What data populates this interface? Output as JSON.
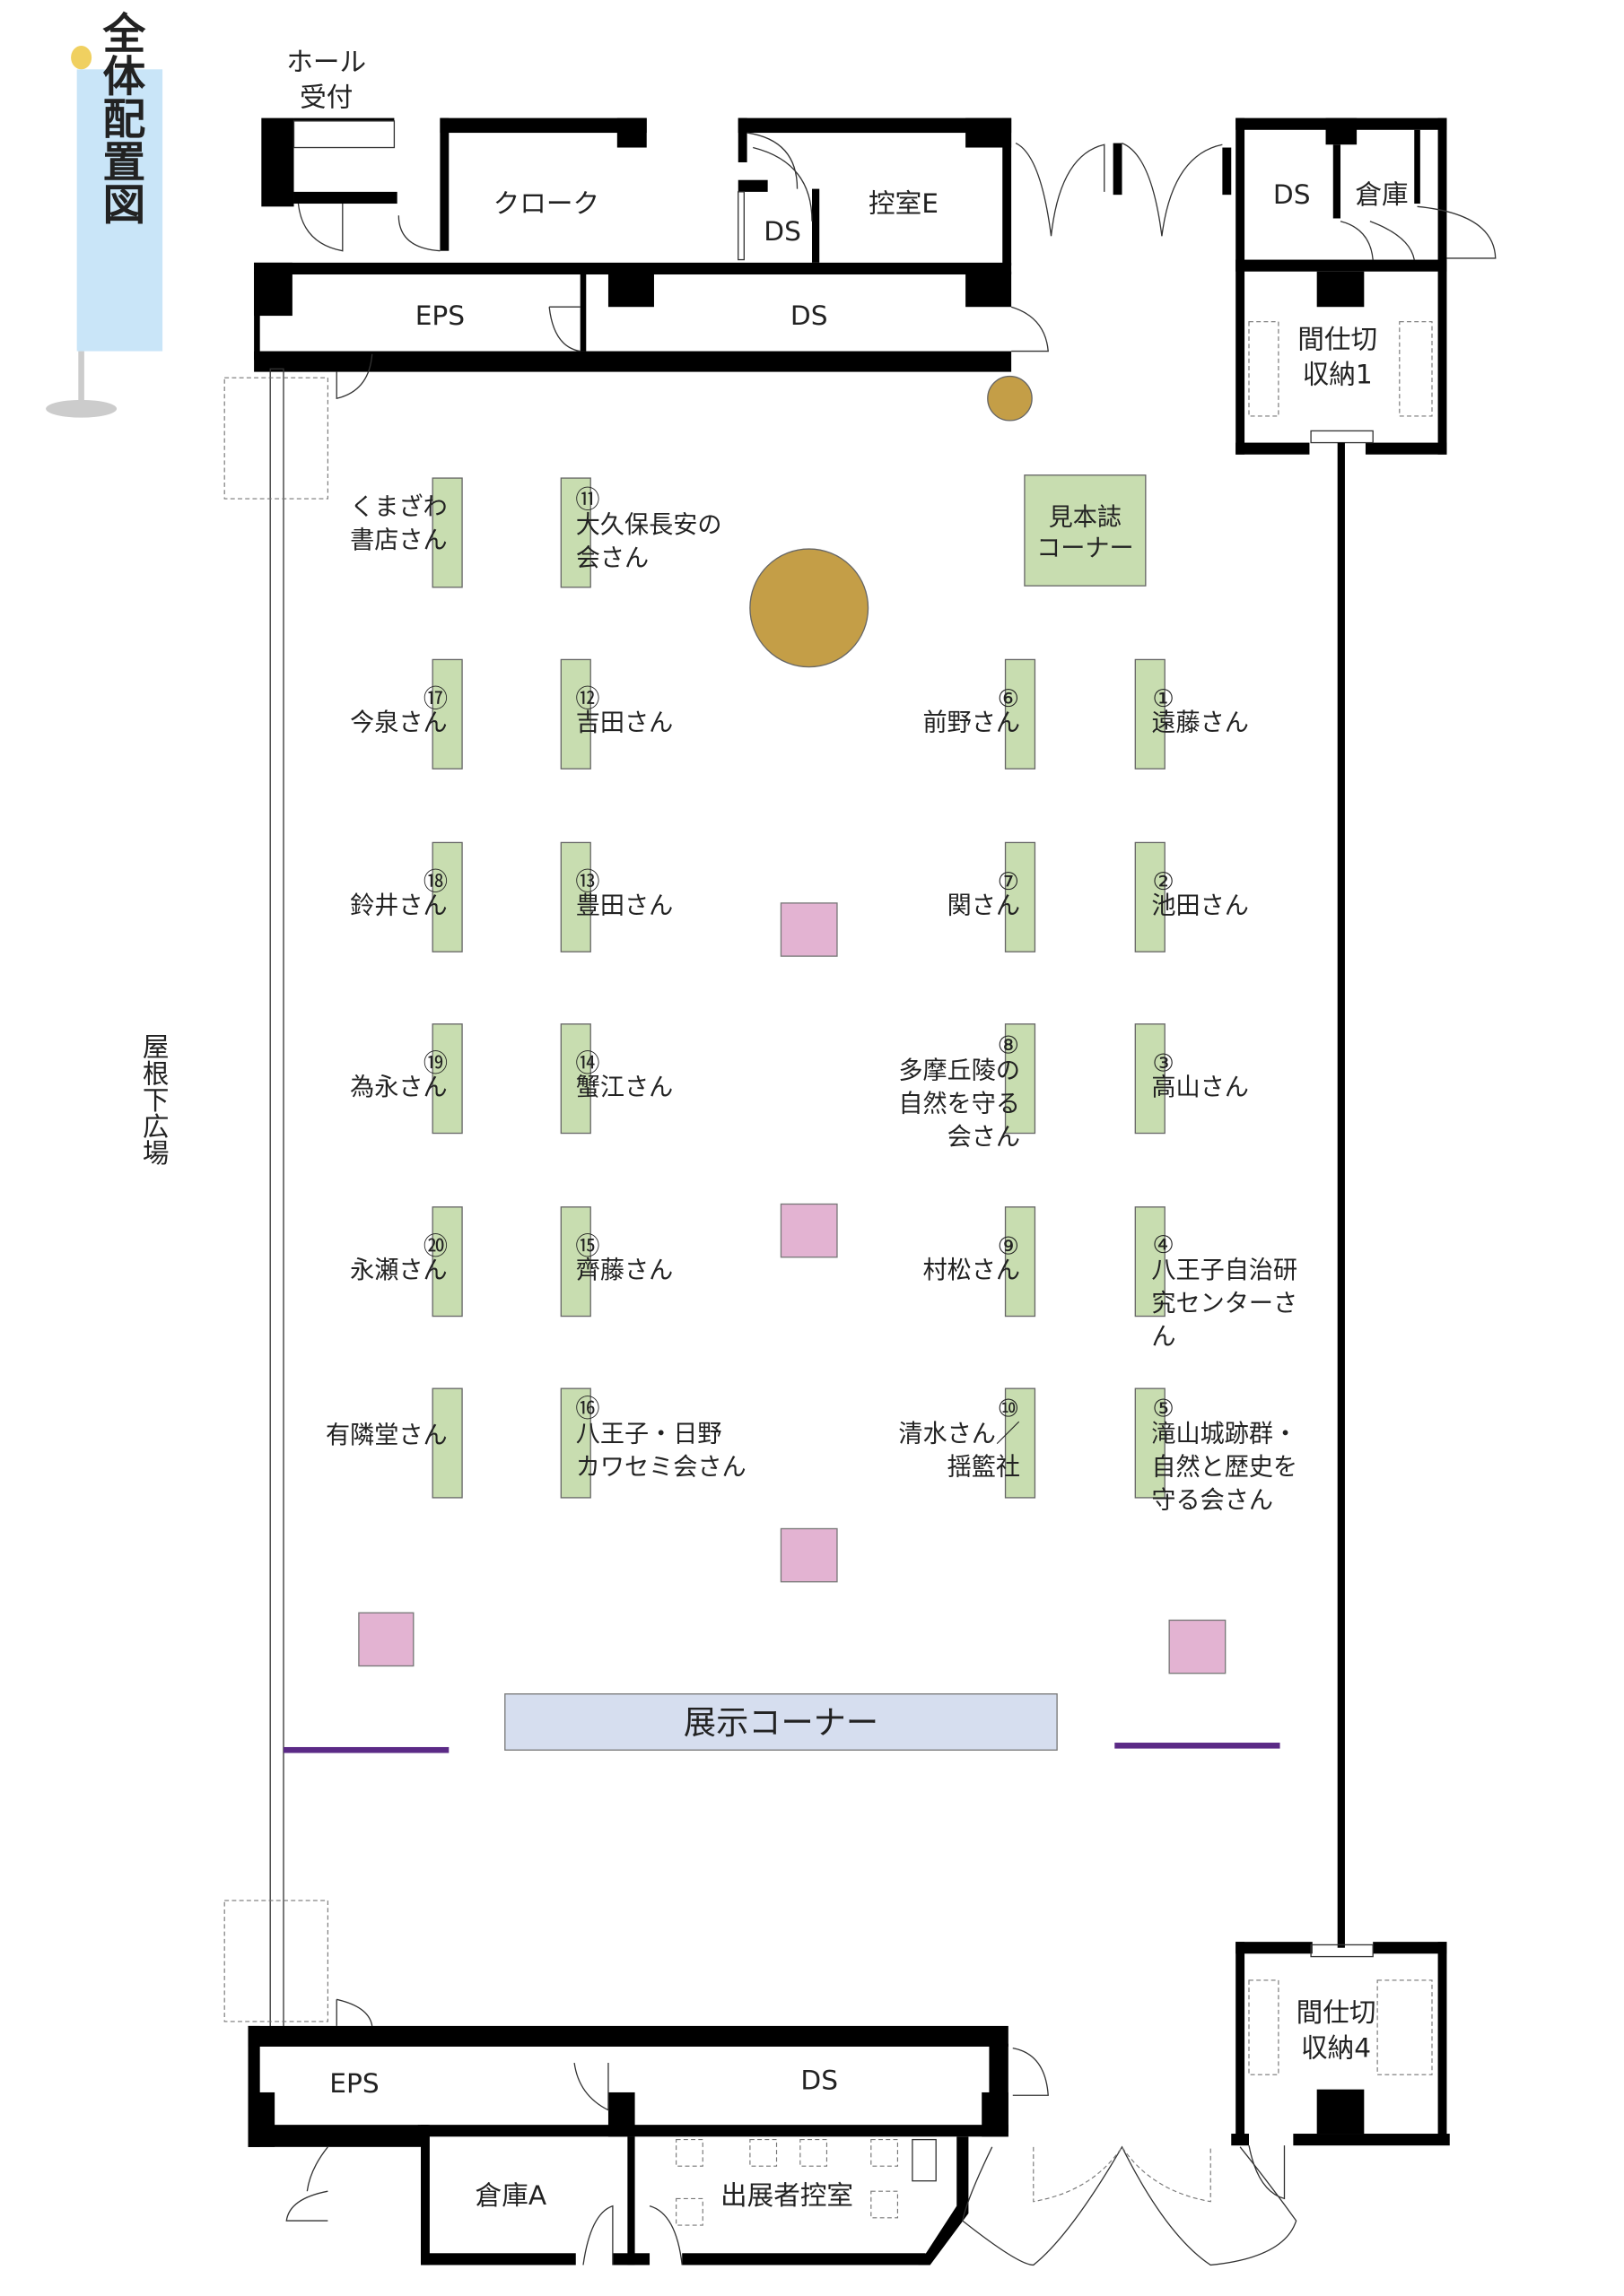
{
  "title": "全体配置図",
  "colors": {
    "booth": "#c8ddb0",
    "pink": "#e3b3d2",
    "exhibit": "#d6deef",
    "exhibit_text": "#2a6fc0",
    "purple": "#5b2a86",
    "column": "#c49e47",
    "banner": "#c9e5f8",
    "pole_dot": "#f0d060"
  },
  "rooms": {
    "hall_reception": [
      "ホール",
      "受付"
    ],
    "cloak": "クローク",
    "ds_small": "DS",
    "waiting_e": "控室E",
    "eps_top": "EPS",
    "ds_top": "DS",
    "ds_right": "DS",
    "storage": "倉庫",
    "partition1": [
      "間仕切",
      "収納1"
    ],
    "partition4": [
      "間仕切",
      "収納4"
    ],
    "eps_bottom": "EPS",
    "ds_bottom": "DS",
    "storage_a": "倉庫A",
    "exhibitor_room": "出展者控室",
    "outside": "屋根下広場"
  },
  "sample_corner": [
    "見本誌",
    "コーナー"
  ],
  "exhibit_corner": "展示コーナー",
  "booths": [
    {
      "id": "kumazawa",
      "num": "",
      "lines": [
        "くまざわ",
        "書店さん"
      ]
    },
    {
      "id": "11",
      "num": "⑪",
      "lines": [
        "大久保長安の",
        "会さん"
      ]
    },
    {
      "id": "17",
      "num": "⑰",
      "lines": [
        "今泉さん"
      ]
    },
    {
      "id": "12",
      "num": "⑫",
      "lines": [
        "吉田さん"
      ]
    },
    {
      "id": "6",
      "num": "⑥",
      "lines": [
        "前野さん"
      ]
    },
    {
      "id": "1",
      "num": "①",
      "lines": [
        "遠藤さん"
      ]
    },
    {
      "id": "18",
      "num": "⑱",
      "lines": [
        "鈴井さん"
      ]
    },
    {
      "id": "13",
      "num": "⑬",
      "lines": [
        "豊田さん"
      ]
    },
    {
      "id": "7",
      "num": "⑦",
      "lines": [
        "関さん"
      ]
    },
    {
      "id": "2",
      "num": "②",
      "lines": [
        "池田さん"
      ]
    },
    {
      "id": "19",
      "num": "⑲",
      "lines": [
        "為永さん"
      ]
    },
    {
      "id": "14",
      "num": "⑭",
      "lines": [
        "蟹江さん"
      ]
    },
    {
      "id": "8",
      "num": "⑧",
      "lines": [
        "多摩丘陵の",
        "自然を守る",
        "会さん"
      ]
    },
    {
      "id": "3",
      "num": "③",
      "lines": [
        "高山さん"
      ]
    },
    {
      "id": "20",
      "num": "⑳",
      "lines": [
        "永瀬さん"
      ]
    },
    {
      "id": "15",
      "num": "⑮",
      "lines": [
        "齊藤さん"
      ]
    },
    {
      "id": "9",
      "num": "⑨",
      "lines": [
        "村松さん"
      ]
    },
    {
      "id": "4",
      "num": "④",
      "lines": [
        "八王子自治研",
        "究センターさ",
        "ん"
      ]
    },
    {
      "id": "yurindo",
      "num": "",
      "lines": [
        "有隣堂さん"
      ]
    },
    {
      "id": "16",
      "num": "⑯",
      "lines": [
        "八王子・日野",
        "カワセミ会さん"
      ]
    },
    {
      "id": "10",
      "num": "⑩",
      "lines": [
        "清水さん／",
        "揺籃社"
      ]
    },
    {
      "id": "5",
      "num": "⑤",
      "lines": [
        "滝山城跡群・",
        "自然と歴史を",
        "守る会さん"
      ]
    }
  ]
}
